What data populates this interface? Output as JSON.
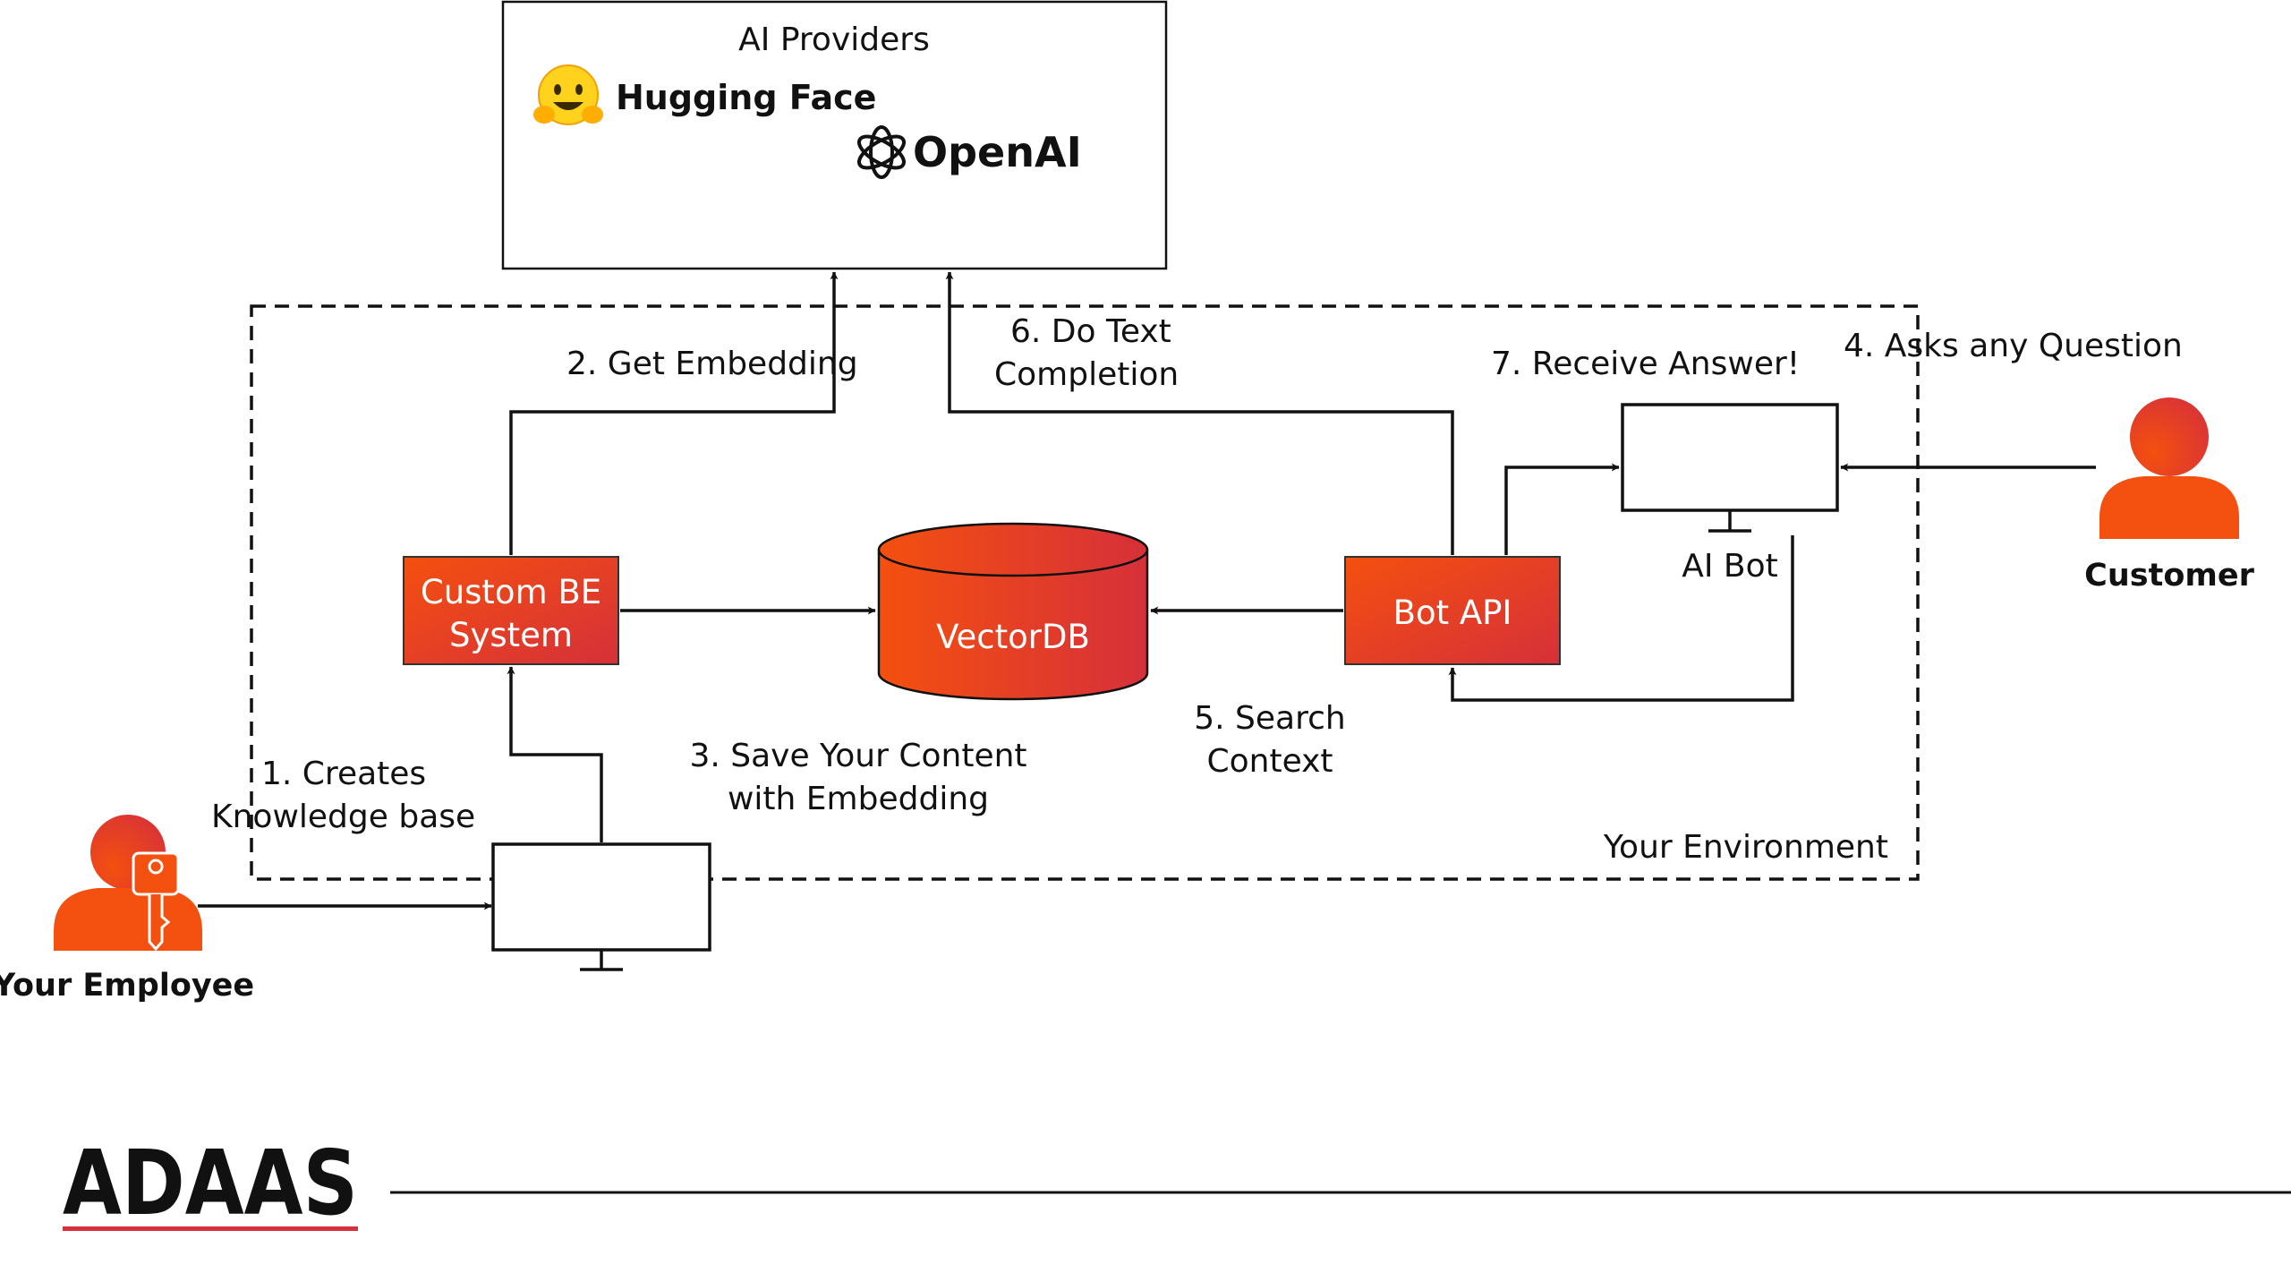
{
  "colors": {
    "accent_start": "#f4500f",
    "accent_end": "#d6303a",
    "line": "#111111",
    "logo": "#d6303a"
  },
  "providers": {
    "title": "AI Providers",
    "hugging_face": "Hugging Face",
    "openai": "OpenAI",
    "hugging_face_icon": "hugging-face-emoji-icon",
    "openai_icon": "openai-knot-icon"
  },
  "nodes": {
    "custom_be_line1": "Custom BE",
    "custom_be_line2": "System",
    "vectordb": "VectorDB",
    "bot_api": "Bot API",
    "ai_bot": "AI Bot"
  },
  "actors": {
    "employee": "Your Employee",
    "customer": "Customer"
  },
  "steps": {
    "s1_line1": "1. Creates",
    "s1_line2": "Knowledge base",
    "s2": "2. Get Embedding",
    "s3_line1": "3. Save Your Content",
    "s3_line2": "with Embedding",
    "s4": "4. Asks any Question",
    "s5_line1": "5. Search",
    "s5_line2": "Context",
    "s6_line1": "6. Do Text",
    "s6_line2": "Completion",
    "s7": "7. Receive Answer!"
  },
  "environment": "Your Environment",
  "brand": {
    "logo": "ADAAS"
  }
}
